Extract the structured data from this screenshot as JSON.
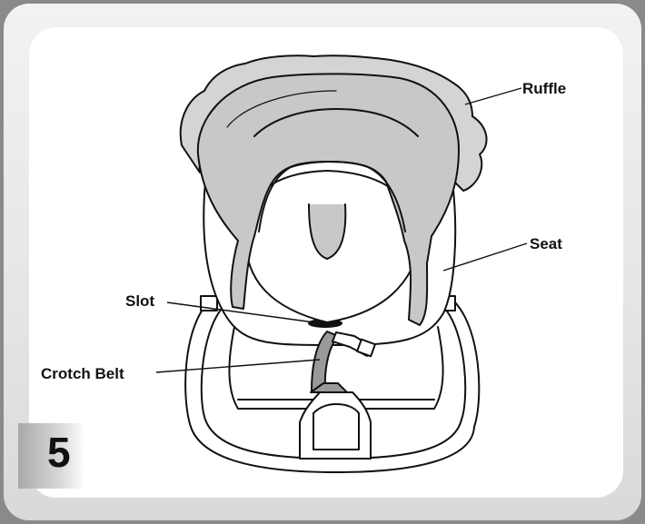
{
  "step": "5",
  "labels": {
    "ruffle": "Ruffle",
    "seat": "Seat",
    "slot": "Slot",
    "crotch_belt": "Crotch Belt"
  },
  "colors": {
    "outer_frame": "#8a8a8a",
    "pad_fill": "#c8c8c8",
    "belt_fill": "#9a9a9a",
    "line": "#111111"
  }
}
